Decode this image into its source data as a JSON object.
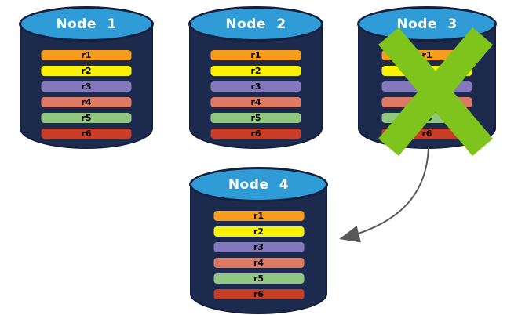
{
  "diagram": {
    "background_color": "#FFFFFF",
    "colors": {
      "cylinder_body": "#1B2A4D",
      "cylinder_border": "#141F3C",
      "cylinder_top": "#2F9CD8",
      "title_text": "#FFFFFF",
      "row_text": "#000000",
      "x_mark": "#7EC41D",
      "arrow": "#595959"
    },
    "row_colors": {
      "r1": "#F89C1E",
      "r2": "#FAF204",
      "r3": "#8579BD",
      "r4": "#DD7A66",
      "r5": "#92C782",
      "r6": "#C63D28"
    },
    "nodes": [
      {
        "title": "Node 1",
        "crossed_out": false,
        "rows": [
          "r1",
          "r2",
          "r3",
          "r4",
          "r5",
          "r6"
        ]
      },
      {
        "title": "Node 2",
        "crossed_out": false,
        "rows": [
          "r1",
          "r2",
          "r3",
          "r4",
          "r5",
          "r6"
        ]
      },
      {
        "title": "Node 3",
        "crossed_out": true,
        "rows": [
          "r1",
          "r2",
          "r3",
          "r4",
          "r5",
          "r6"
        ]
      },
      {
        "title": "Node 4",
        "crossed_out": false,
        "rows": [
          "r1",
          "r2",
          "r3",
          "r4",
          "r5",
          "r6"
        ]
      }
    ],
    "arrow": {
      "from": "Node 3",
      "to": "Node 4"
    }
  }
}
